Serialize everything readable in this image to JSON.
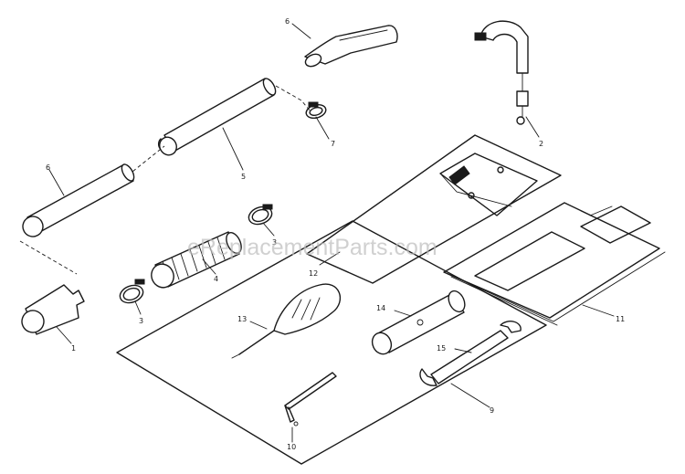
{
  "watermark": "eReplacementParts.com",
  "callouts": {
    "p1": "1",
    "p2": "2",
    "p3a": "3",
    "p3b": "3",
    "p4": "4",
    "p5": "5",
    "p6a": "6",
    "p6b": "6",
    "p7": "7",
    "p9": "9",
    "p10": "10",
    "p11": "11",
    "p12": "12",
    "p13": "13",
    "p14": "14",
    "p15": "15"
  },
  "colors": {
    "ink": "#1a1a1a",
    "paper": "#ffffff",
    "watermark": "#bdbdbd"
  }
}
